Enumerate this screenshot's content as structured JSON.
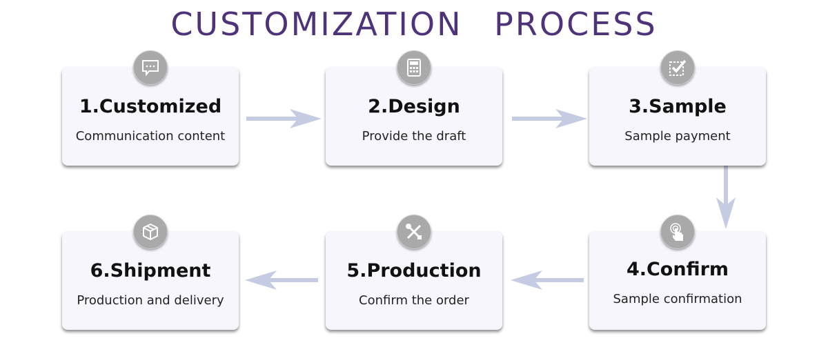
{
  "title": "CUSTOMIZATION PROCESS",
  "steps": [
    {
      "title": "1.Customized",
      "subtitle": "Communication content",
      "icon": "chat-icon"
    },
    {
      "title": "2.Design",
      "subtitle": "Provide the draft",
      "icon": "calculator-icon"
    },
    {
      "title": "3.Sample",
      "subtitle": "Sample payment",
      "icon": "checkbox-icon"
    },
    {
      "title": "4.Confirm",
      "subtitle": "Sample confirmation",
      "icon": "touch-icon"
    },
    {
      "title": "5.Production",
      "subtitle": "Confirm the order",
      "icon": "tools-icon"
    },
    {
      "title": "6.Shipment",
      "subtitle": "Production and delivery",
      "icon": "box-icon"
    }
  ],
  "colors": {
    "title": "#4e337a",
    "arrow": "#c5cbe3",
    "card": "#f7f6fd",
    "icon": "#a9a9a9"
  }
}
